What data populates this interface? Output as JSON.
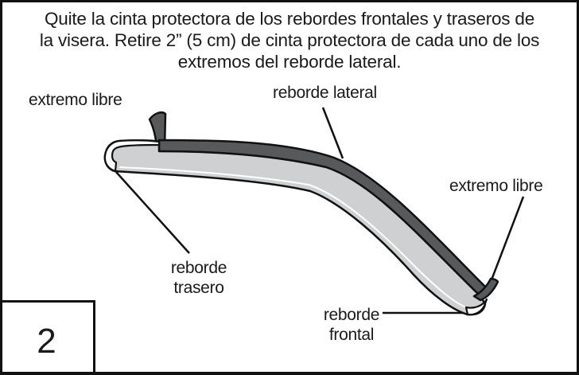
{
  "instructions": {
    "line1": "Quite la cinta protectora de los rebordes frontales y traseros de",
    "line2": "la visera. Retire 2” (5 cm) de cinta protectora de cada uno de los",
    "line3": "extremos del reborde lateral."
  },
  "labels": {
    "free_end_left": "extremo libre",
    "side_flange": "reborde lateral",
    "free_end_right": "extremo libre",
    "rear_flange_line1": "reborde",
    "rear_flange_line2": "trasero",
    "front_flange_line1": "reborde",
    "front_flange_line2": "frontal"
  },
  "step": {
    "number": "2"
  },
  "colors": {
    "visor_fill": "#cfd0d2",
    "tape_dark": "#58595b",
    "outline": "#111111"
  }
}
